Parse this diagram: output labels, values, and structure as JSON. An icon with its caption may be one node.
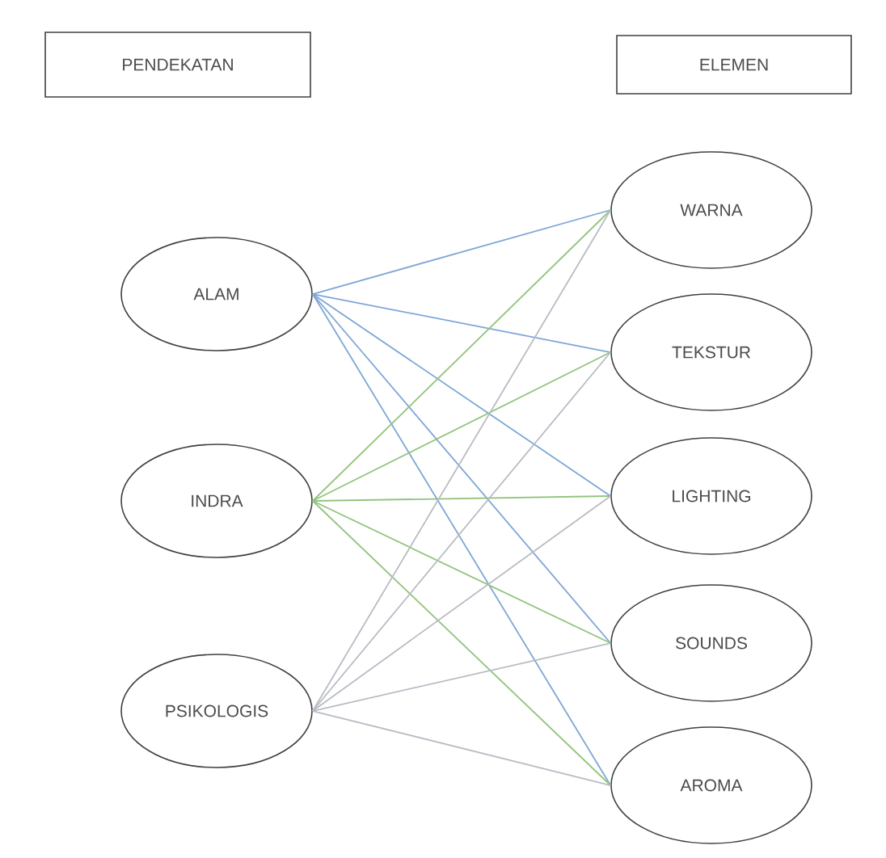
{
  "diagram": {
    "nodes": [
      {
        "text": [
          "PENDEKATAN"
        ]
      },
      {
        "text": [
          "ELEMEN"
        ]
      },
      {
        "text": [
          "ALAM"
        ]
      },
      {
        "text": [
          "INDRA"
        ]
      },
      {
        "text": [
          "PSIKOLOGIS"
        ]
      },
      {
        "text": [
          "WARNA"
        ]
      },
      {
        "text": [
          "TEKSTUR"
        ]
      },
      {
        "text": [
          "LIGHTING"
        ]
      },
      {
        "text": [
          "SOUNDS"
        ]
      },
      {
        "text": [
          "AROMA"
        ]
      }
    ],
    "edges": [
      {
        "from": 2,
        "to": 5,
        "arrow": "none",
        "color": "#7ea6d6"
      },
      {
        "from": 2,
        "to": 6,
        "arrow": "none",
        "color": "#7ea6d6"
      },
      {
        "from": 2,
        "to": 7,
        "arrow": "none",
        "color": "#7ea6d6"
      },
      {
        "from": 2,
        "to": 8,
        "arrow": "none",
        "color": "#7ea6d6"
      },
      {
        "from": 2,
        "to": 9,
        "arrow": "none",
        "color": "#7ea6d6"
      },
      {
        "from": 3,
        "to": 5,
        "arrow": "none",
        "color": "#93c47d"
      },
      {
        "from": 3,
        "to": 6,
        "arrow": "none",
        "color": "#93c47d"
      },
      {
        "from": 3,
        "to": 7,
        "arrow": "none",
        "color": "#93c47d"
      },
      {
        "from": 3,
        "to": 8,
        "arrow": "none",
        "color": "#93c47d"
      },
      {
        "from": 3,
        "to": 9,
        "arrow": "none",
        "color": "#93c47d"
      },
      {
        "from": 4,
        "to": 5,
        "arrow": "none",
        "color": "#b8bcc4"
      },
      {
        "from": 4,
        "to": 6,
        "arrow": "none",
        "color": "#b8bcc4"
      },
      {
        "from": 4,
        "to": 7,
        "arrow": "none",
        "color": "#b8bcc4"
      },
      {
        "from": 4,
        "to": 8,
        "arrow": "none",
        "color": "#b8bcc4"
      },
      {
        "from": 4,
        "to": 9,
        "arrow": "none",
        "color": "#b8bcc4"
      }
    ]
  }
}
